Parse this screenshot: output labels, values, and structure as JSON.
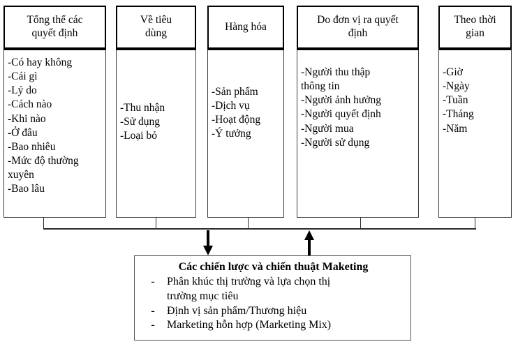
{
  "diagram": {
    "columns": [
      {
        "id": "overall-decisions",
        "header": "Tổng thể các\nquyết định",
        "items": [
          "-Có hay không",
          "-Cái gì",
          "-Lý do",
          "-Cách nào",
          "-Khi nào",
          "-Ở đâu",
          "-Bao nhiêu",
          "-Mức độ thường\n   xuyên",
          "-Bao lâu"
        ]
      },
      {
        "id": "about-consumption",
        "header": "Về tiêu\ndùng",
        "items": [
          "-Thu nhận",
          "-Sử dụng",
          "-Loại bỏ"
        ]
      },
      {
        "id": "goods",
        "header": "Hàng hóa",
        "items": [
          "-Sản phẩm",
          "-Dịch vụ",
          "-Hoạt động",
          "-Ý tưởng"
        ]
      },
      {
        "id": "decision-unit",
        "header": "Do đơn vị ra quyết\nđịnh",
        "items": [
          "-Người thu thập\n   thông tin",
          "-Người ảnh hưởng",
          "-Người quyết định",
          "-Người mua",
          "-Người sử dụng"
        ]
      },
      {
        "id": "by-time",
        "header": "Theo thời\ngian",
        "items": [
          "-Giờ",
          "-Ngày",
          "-Tuần",
          "-Tháng",
          "-Năm"
        ]
      }
    ],
    "bottom_box": {
      "title": "Các chiến lược và chiến thuật Maketing",
      "bullet_marker": "-",
      "items": [
        "Phân khúc thị trường và lựa chọn thị\ntrường mục tiêu",
        "Định vị sản phẩm/Thương hiệu",
        "Marketing hỗn hợp (Marketing Mix)"
      ]
    },
    "arrows": [
      {
        "id": "down-arrow",
        "direction": "down"
      },
      {
        "id": "up-arrow",
        "direction": "up"
      }
    ],
    "colors": {
      "line": "#2b2b2b",
      "border_strong": "#000000",
      "border_soft": "#555555",
      "background": "#ffffff"
    }
  }
}
